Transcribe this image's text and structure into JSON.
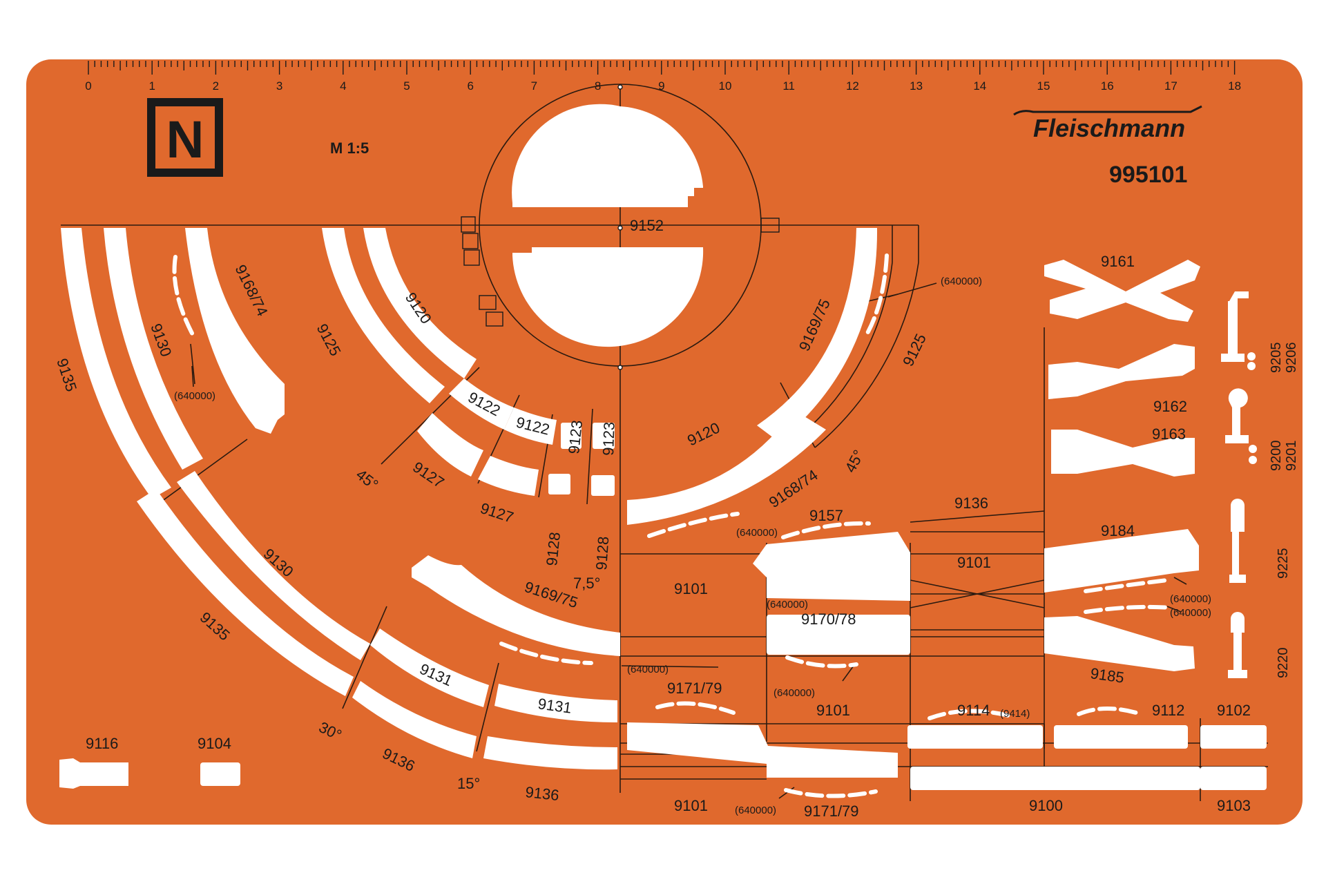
{
  "scale_badge": "N",
  "scale_ratio": "M 1:5",
  "brand": "Fleischmann",
  "product_number": "995101",
  "ruler_numbers": [
    "0",
    "1",
    "2",
    "3",
    "4",
    "5",
    "6",
    "7",
    "8",
    "9",
    "10",
    "11",
    "12",
    "13",
    "14",
    "15",
    "16",
    "17",
    "18"
  ],
  "turntable": {
    "label": "9152"
  },
  "labels": {
    "r9135a": "9135",
    "r9130a": "9130",
    "r9168_74a": "9168/74",
    "r640a": "(640000)",
    "r9125a": "9125",
    "r9120a": "9120",
    "r9122a": "9122",
    "r9122b": "9122",
    "r9123a": "9123",
    "r9123b": "9123",
    "r9127a": "9127",
    "r9127b": "9127",
    "r9128a": "9128",
    "r9128b": "9128",
    "a45a": "45°",
    "a7_5": "7,5°",
    "r9120b": "9120",
    "r9169_75a": "9169/75",
    "r9125b": "9125",
    "r640b": "(640000)",
    "r9168_74b": "9168/74",
    "a45b": "45°",
    "r9130b": "9130",
    "r9135b": "9135",
    "r9169_75b": "9169/75",
    "r9131a": "9131",
    "r9131b": "9131",
    "a30": "30°",
    "r9136a": "9136",
    "a15": "15°",
    "r9136b": "9136",
    "r640c": "(640000)",
    "r9171_79a": "9171/79",
    "r9101a": "9101",
    "r9101b": "9101",
    "r9101c": "9101",
    "r9101d": "9101",
    "r9157": "9157",
    "r640d": "(640000)",
    "r9170_78": "9170/78",
    "r640e": "(640000)",
    "r640f": "(640000)",
    "r9136c": "9136",
    "r9114": "9114",
    "r9414": "(9414)",
    "r640g": "(640000)",
    "r9171_79b": "9171/79",
    "r9161": "9161",
    "r9162": "9162",
    "r9163": "9163",
    "r9184": "9184",
    "r640h": "(640000)",
    "r640i": "(640000)",
    "r9185": "9185",
    "r9112": "9112",
    "r9102": "9102",
    "r9100": "9100",
    "r9103": "9103",
    "r9205": "9205",
    "r9206": "9206",
    "r9200": "9200",
    "r9201": "9201",
    "r9225": "9225",
    "r9220": "9220",
    "r9116": "9116",
    "r9104": "9104"
  },
  "colors": {
    "stencil": "#e0692d",
    "cutout": "#ffffff",
    "ink": "#1a1a1a"
  }
}
